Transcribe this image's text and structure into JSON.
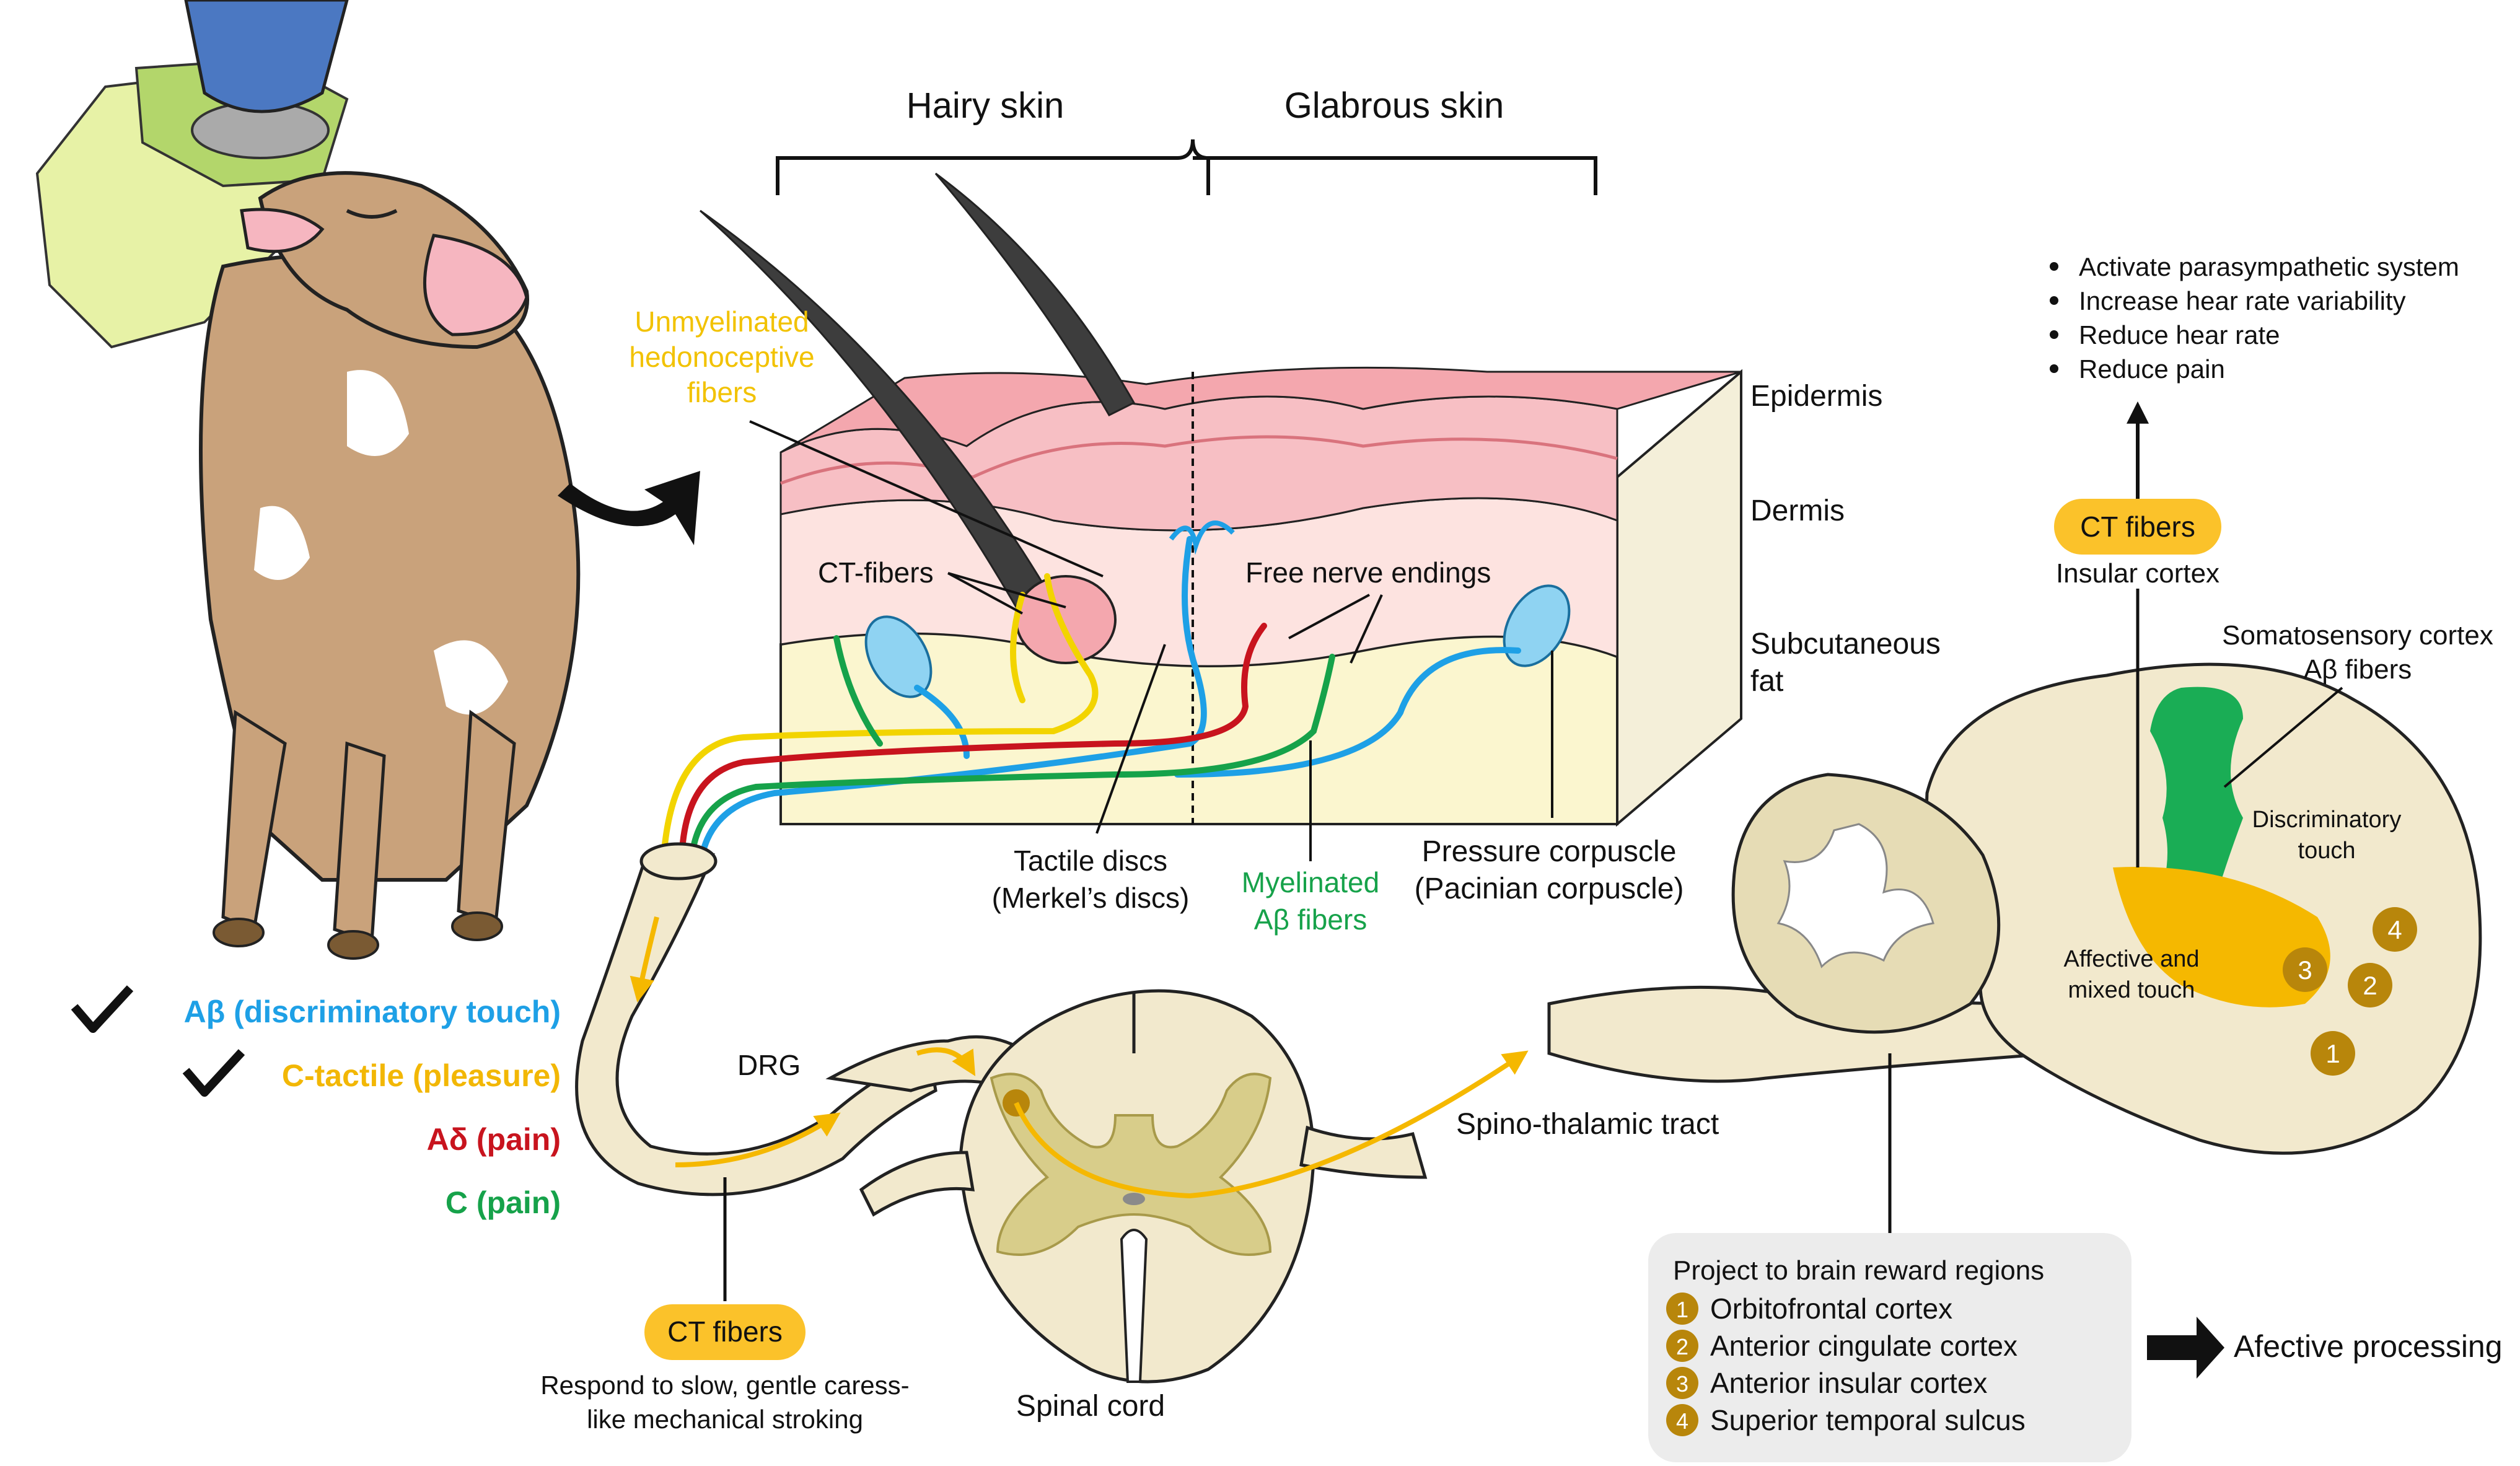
{
  "skin": {
    "hairy_label": "Hairy skin",
    "glabrous_label": "Glabrous skin",
    "layers": [
      "Epidermis",
      "Dermis",
      "Subcutaneous",
      "fat"
    ],
    "unmyelinated": [
      "Unmyelinated",
      "hedonoceptive",
      "fibers"
    ],
    "ct_fibers": "CT-fibers",
    "free_nerve": "Free nerve endings",
    "tactile": [
      "Tactile discs",
      "(Merkel’s discs)"
    ],
    "myelinated": [
      "Myelinated",
      "Aβ fibers"
    ],
    "pressure": [
      "Pressure corpuscle",
      "(Pacinian corpuscle)"
    ]
  },
  "legend": [
    {
      "label": "Aβ (discriminatory touch)",
      "color": "#1ea0e6",
      "checked": true
    },
    {
      "label": "C-tactile (pleasure)",
      "color": "#f2b705",
      "checked": true
    },
    {
      "label": "Aδ (pain)",
      "color": "#c8141e",
      "checked": false
    },
    {
      "label": "C (pain)",
      "color": "#16a24a",
      "checked": false
    }
  ],
  "spine": {
    "drg": "DRG",
    "tract": "Spino-thalamic tract",
    "ct_badge": "CT fibers",
    "respond": [
      "Respond to slow, gentle caress-",
      "like mechanical stroking"
    ],
    "cord": "Spinal cord"
  },
  "brain": {
    "effects": [
      "Activate parasympathetic system",
      "Increase hear rate variability",
      "Reduce hear rate",
      "Reduce pain"
    ],
    "ct_badge": "CT fibers",
    "insular": "Insular cortex",
    "somato": [
      "Somatosensory cortex",
      "Aβ fibers"
    ],
    "discrim": [
      "Discriminatory",
      "touch"
    ],
    "affective": [
      "Affective and",
      "mixed touch"
    ],
    "markers": [
      "1",
      "2",
      "3",
      "4"
    ]
  },
  "reward": {
    "title": "Project to brain reward regions",
    "items": [
      {
        "num": "1",
        "label": "Orbitofrontal cortex"
      },
      {
        "num": "2",
        "label": "Anterior cingulate cortex"
      },
      {
        "num": "3",
        "label": "Anterior insular cortex"
      },
      {
        "num": "4",
        "label": "Superior temporal sulcus"
      }
    ],
    "outcome": "Afective processing"
  },
  "colors": {
    "ab": "#1ea0e6",
    "ct": "#f2b705",
    "ad": "#c8141e",
    "c": "#16a24a",
    "badge": "#fbc22a",
    "marker": "#b8860b",
    "cow": "#c9a27b",
    "cream": "#f2e9cd"
  }
}
